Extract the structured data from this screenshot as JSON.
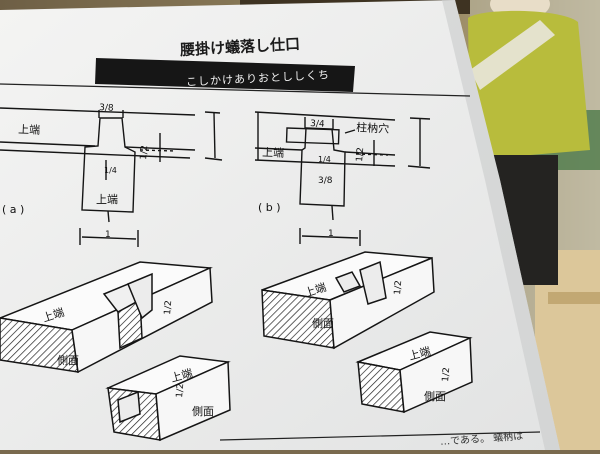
{
  "header": {
    "title": "腰掛け蟻落し仕口",
    "subtitle": "こしかけありおとししくち"
  },
  "drawing": {
    "fig_a_label": "( a )",
    "fig_b_label": "( b )",
    "top_face": "上端",
    "side_face": "側面",
    "mortise_label": "柱枘穴",
    "dim_3_8": "3/8",
    "dim_3_4": "3/4",
    "dim_1_4": "1/4",
    "dim_1_2": "1/2",
    "dim_1": "1"
  },
  "footer": {
    "partial_text": "…である。 蟻枘は"
  }
}
